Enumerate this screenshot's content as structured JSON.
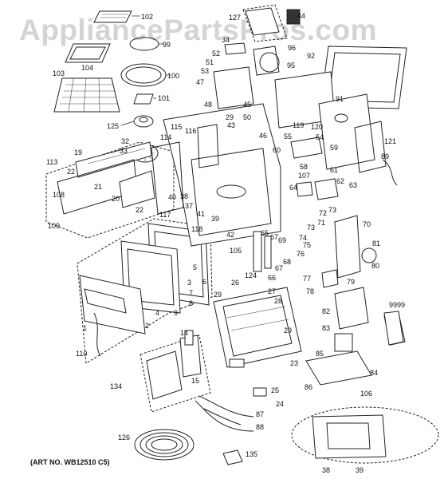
{
  "watermark": "AppliancePartsPros.com",
  "art_number": "(ART NO. WB12510 C5)",
  "callouts": {
    "c1": "1",
    "c2": "2",
    "c3": "3",
    "c4": "4",
    "c5": "5",
    "c6": "6",
    "c7": "7",
    "c8": "8",
    "c9": "9",
    "c14": "14",
    "c15": "15",
    "c19": "19",
    "c20": "20",
    "c21": "21",
    "c22a": "22",
    "c22b": "22",
    "c23": "23",
    "c24": "24",
    "c25": "25",
    "c26": "26",
    "c27": "27",
    "c28": "28",
    "c29a": "29",
    "c29b": "29",
    "c29c": "29",
    "c32": "32",
    "c33": "33",
    "c34": "34",
    "c37": "37",
    "c38a": "38",
    "c38b": "38",
    "c39a": "39",
    "c39b": "39",
    "c40": "40",
    "c41": "41",
    "c42": "42",
    "c43": "43",
    "c44": "44",
    "c45": "45",
    "c46": "46",
    "c47": "47",
    "c48": "48",
    "c50": "50",
    "c51": "51",
    "c52": "52",
    "c53": "53",
    "c54": "54",
    "c55": "55",
    "c58": "58",
    "c59": "59",
    "c60": "60",
    "c61": "61",
    "c62": "62",
    "c63": "63",
    "c64": "64",
    "c65": "65",
    "c66": "66",
    "c67a": "67",
    "c67b": "67",
    "c68": "68",
    "c69": "69",
    "c70": "70",
    "c71": "71",
    "c72": "72",
    "c73": "73",
    "c74": "74",
    "c75": "75",
    "c76": "76",
    "c77": "77",
    "c78": "78",
    "c79": "79",
    "c80": "80",
    "c81": "81",
    "c82": "82",
    "c83": "83",
    "c84": "84",
    "c85": "85",
    "c86": "86",
    "c87": "87",
    "c88": "88",
    "c89": "89",
    "c91": "91",
    "c92": "92",
    "c95": "95",
    "c96": "96",
    "c99": "99",
    "c100": "100",
    "c101": "101",
    "c102": "102",
    "c103": "103",
    "c104": "104",
    "c105": "105",
    "c106": "106",
    "c107": "107",
    "c108": "108",
    "c109": "109",
    "c110": "110",
    "c113": "113",
    "c114": "114",
    "c115": "115",
    "c116": "116",
    "c117": "117",
    "c118": "118",
    "c119": "119",
    "c120": "120",
    "c121": "121",
    "c124": "124",
    "c125": "125",
    "c126": "126",
    "c127": "127",
    "c134": "134",
    "c135": "135",
    "c9999": "9999"
  }
}
